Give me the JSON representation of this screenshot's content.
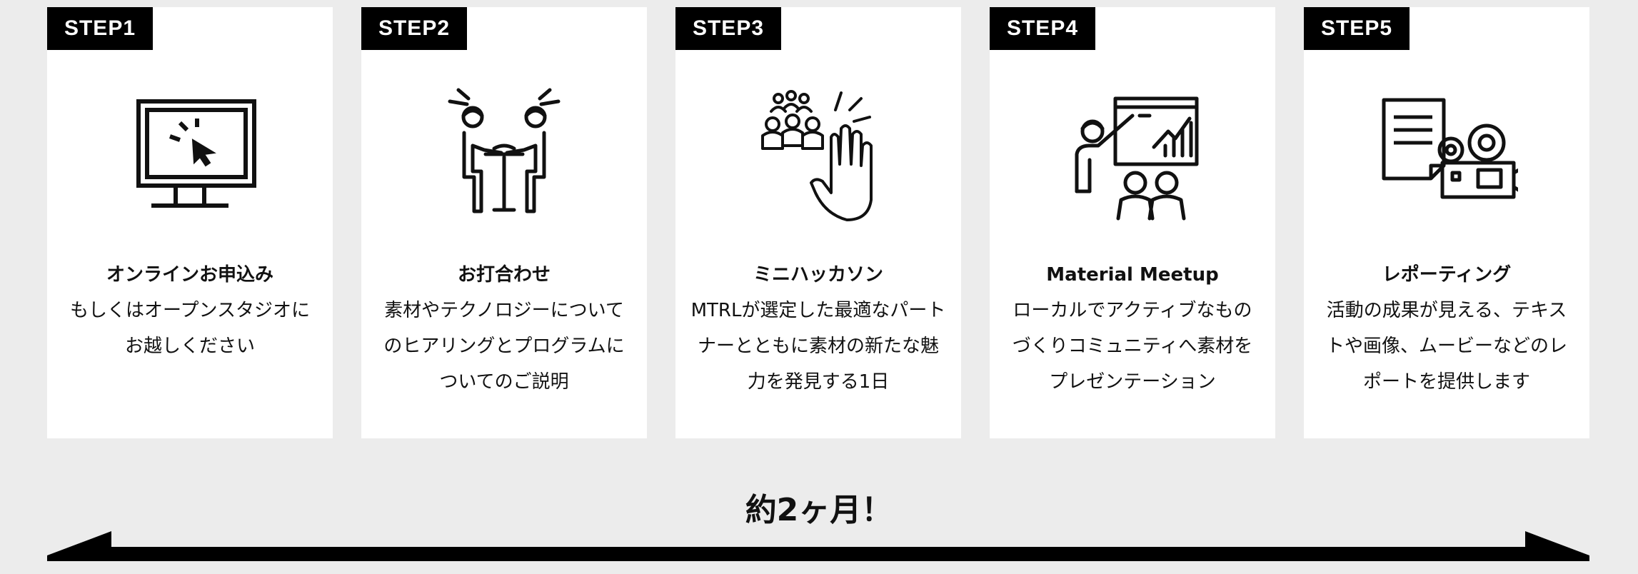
{
  "steps": [
    {
      "badge": "STEP1",
      "icon": "monitor-cursor-icon",
      "title": "オンラインお申込み",
      "desc": "もしくはオープンスタジオにお越しください"
    },
    {
      "badge": "STEP2",
      "icon": "meeting-table-icon",
      "title": "お打合わせ",
      "desc": "素材やテクノロジーについてのヒアリングとプログラムについてのご説明"
    },
    {
      "badge": "STEP3",
      "icon": "raised-hand-team-icon",
      "title": "ミニハッカソン",
      "desc": "MTRLが選定した最適なパートナーとともに素材の新たな魅力を発見する1日"
    },
    {
      "badge": "STEP4",
      "icon": "presentation-board-icon",
      "title": "Material Meetup",
      "desc": "ローカルでアクティブなものづくりコミュニティへ素材をプレゼンテーション"
    },
    {
      "badge": "STEP5",
      "icon": "document-camera-icon",
      "title": "レポーティング",
      "desc": "活動の成果が見える、テキストや画像、ムービーなどのレポートを提供します"
    }
  ],
  "timeline": {
    "label": "約2ヶ月！"
  },
  "colors": {
    "background": "#ececec",
    "card": "#ffffff",
    "badge": "#000000",
    "text": "#111111"
  }
}
